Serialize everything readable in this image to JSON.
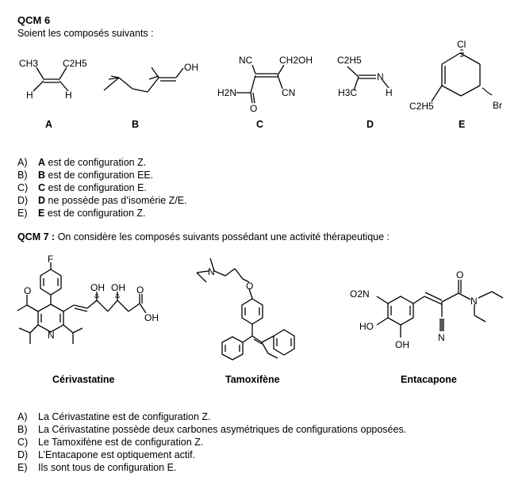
{
  "qcm6": {
    "title": "QCM 6",
    "intro": "Soient les composés suivants :",
    "labels": [
      "A",
      "B",
      "C",
      "D",
      "E"
    ],
    "atoms": {
      "ch3": "CH3",
      "c2h5": "C2H5",
      "h": "H",
      "oh": "OH",
      "nc": "NC",
      "ch2oh": "CH2OH",
      "h2n": "H2N",
      "o": "O",
      "cn": "CN",
      "n": "N",
      "h3c": "H3C",
      "cl": "Cl",
      "br": "Br"
    },
    "options": [
      {
        "letter": "A)",
        "bold": "A",
        "text": " est de configuration Z."
      },
      {
        "letter": "B)",
        "bold": "B",
        "text": " est de configuration EE."
      },
      {
        "letter": "C)",
        "bold": "C",
        "text": " est de configuration E."
      },
      {
        "letter": "D)",
        "bold": "D",
        "text": " ne possède pas d’isomérie Z/E."
      },
      {
        "letter": "E)",
        "bold": "E",
        "text": " est de configuration Z."
      }
    ]
  },
  "qcm7": {
    "title": "QCM 7 :",
    "intro": " On considère les composés suivants possédant une activité thérapeutique :",
    "names": [
      "Cérivastatine",
      "Tamoxifène",
      "Entacapone"
    ],
    "atoms": {
      "f": "F",
      "o": "O",
      "n": "N",
      "oh": "OH",
      "o2n": "O2N",
      "ho": "HO"
    },
    "options": [
      {
        "letter": "A)",
        "text": "La Cérivastatine est de configuration Z."
      },
      {
        "letter": "B)",
        "text": "La Cérivastatine possède deux carbones asymétriques de configurations opposées."
      },
      {
        "letter": "C)",
        "text": "Le Tamoxifène est de configuration Z."
      },
      {
        "letter": "D)",
        "text": "L’Entacapone est optiquement actif."
      },
      {
        "letter": "E)",
        "text": "Ils sont tous de configuration E."
      }
    ]
  }
}
